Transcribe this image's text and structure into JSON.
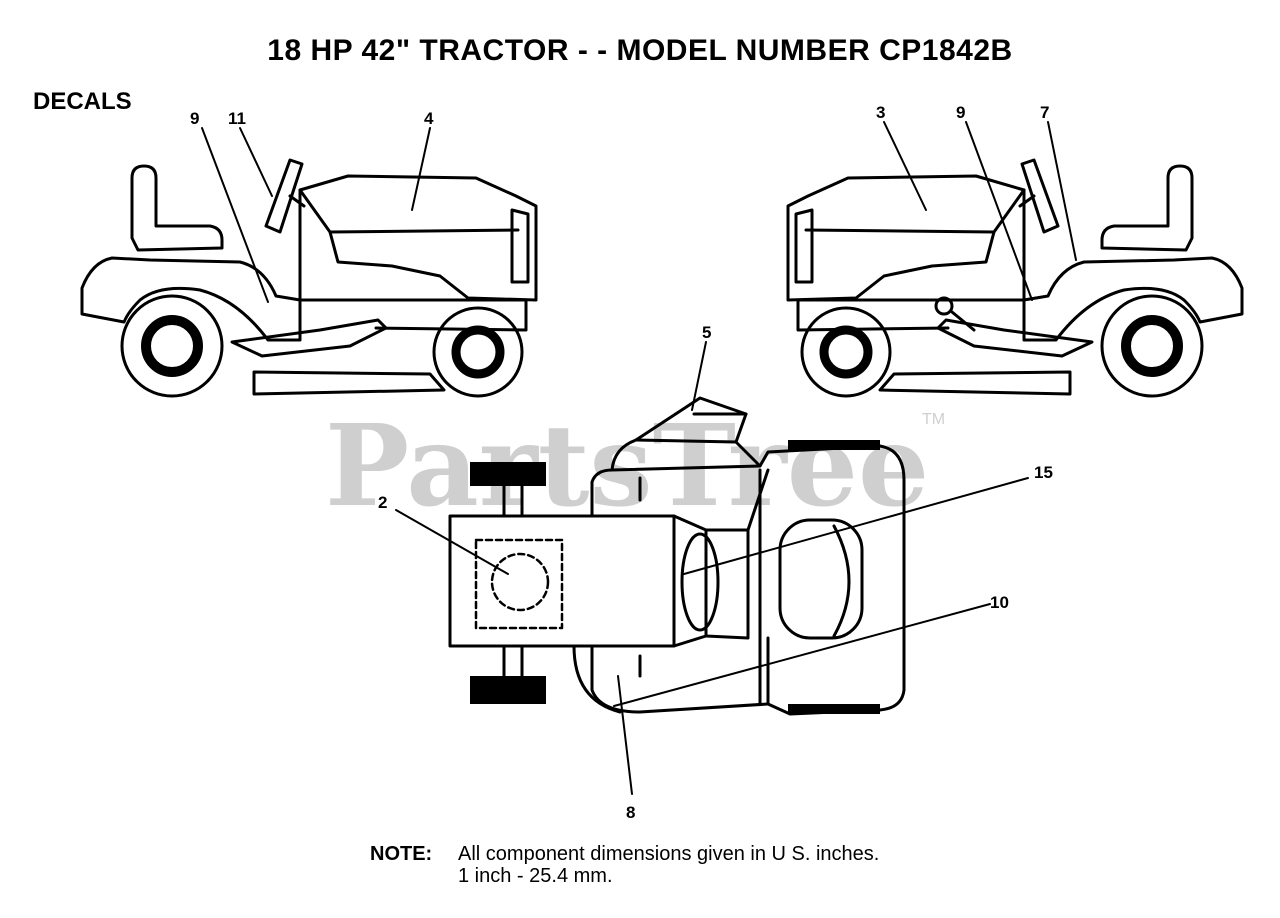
{
  "title": "18 HP 42\" TRACTOR - - MODEL NUMBER CP1842B",
  "section": "DECALS",
  "watermark": {
    "text": "PartsTree",
    "tm": "TM"
  },
  "callouts": {
    "left_9": "9",
    "left_11": "11",
    "left_4": "4",
    "right_3": "3",
    "right_9": "9",
    "right_7": "7",
    "top_5": "5",
    "top_15": "15",
    "top_2": "2",
    "top_10": "10",
    "top_8": "8"
  },
  "note": {
    "label": "NOTE:",
    "line1": "All component dimensions given in U S. inches.",
    "line2": "1 inch - 25.4 mm."
  }
}
